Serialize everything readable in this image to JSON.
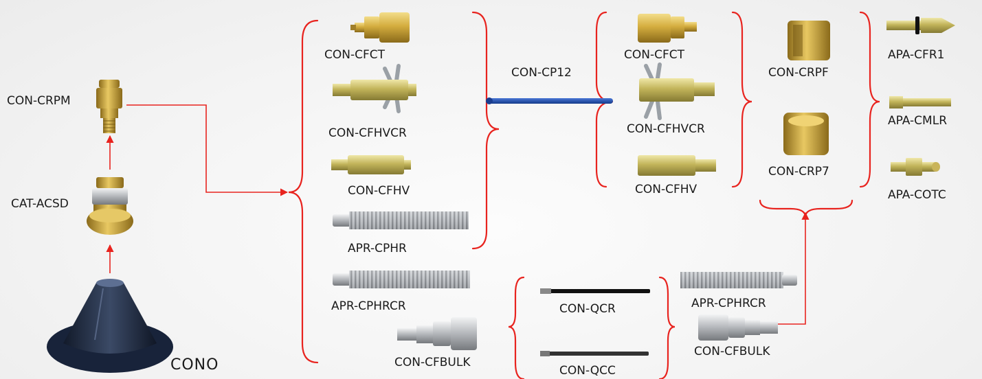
{
  "labels": {
    "con_crpm": "CON-CRPM",
    "cat_acsd": "CAT-ACSD",
    "cono": "CONO",
    "con_cfct_1": "CON-CFCT",
    "con_cfhvcr_1": "CON-CFHVCR",
    "con_cfhv_1": "CON-CFHV",
    "apr_cphr": "APR-CPHR",
    "apr_cphrcr_1": "APR-CPHRCR",
    "con_cfbulk_1": "CON-CFBULK",
    "con_cp12": "CON-CP12",
    "con_cfct_2": "CON-CFCT",
    "con_cfhvcr_2": "CON-CFHVCR",
    "con_cfhv_2": "CON-CFHV",
    "con_crpf": "CON-CRPF",
    "con_crp7": "CON-CRP7",
    "apa_cfr1": "APA-CFR1",
    "apa_cmlr": "APA-CMLR",
    "apa_cotc": "APA-COTC",
    "con_qcr": "CON-QCR",
    "con_qcc": "CON-QCC",
    "apr_cphrcr_2": "APR-CPHRCR",
    "con_cfbulk_2": "CON-CFBULK"
  },
  "colors": {
    "connector_line": "#e8231e",
    "brace": "#e8231e",
    "hose": "#1f4fb5",
    "brass": "#c9a23a",
    "zinc": "#b8a94a",
    "steel": "#a9acb0",
    "cone": "#22304a"
  }
}
